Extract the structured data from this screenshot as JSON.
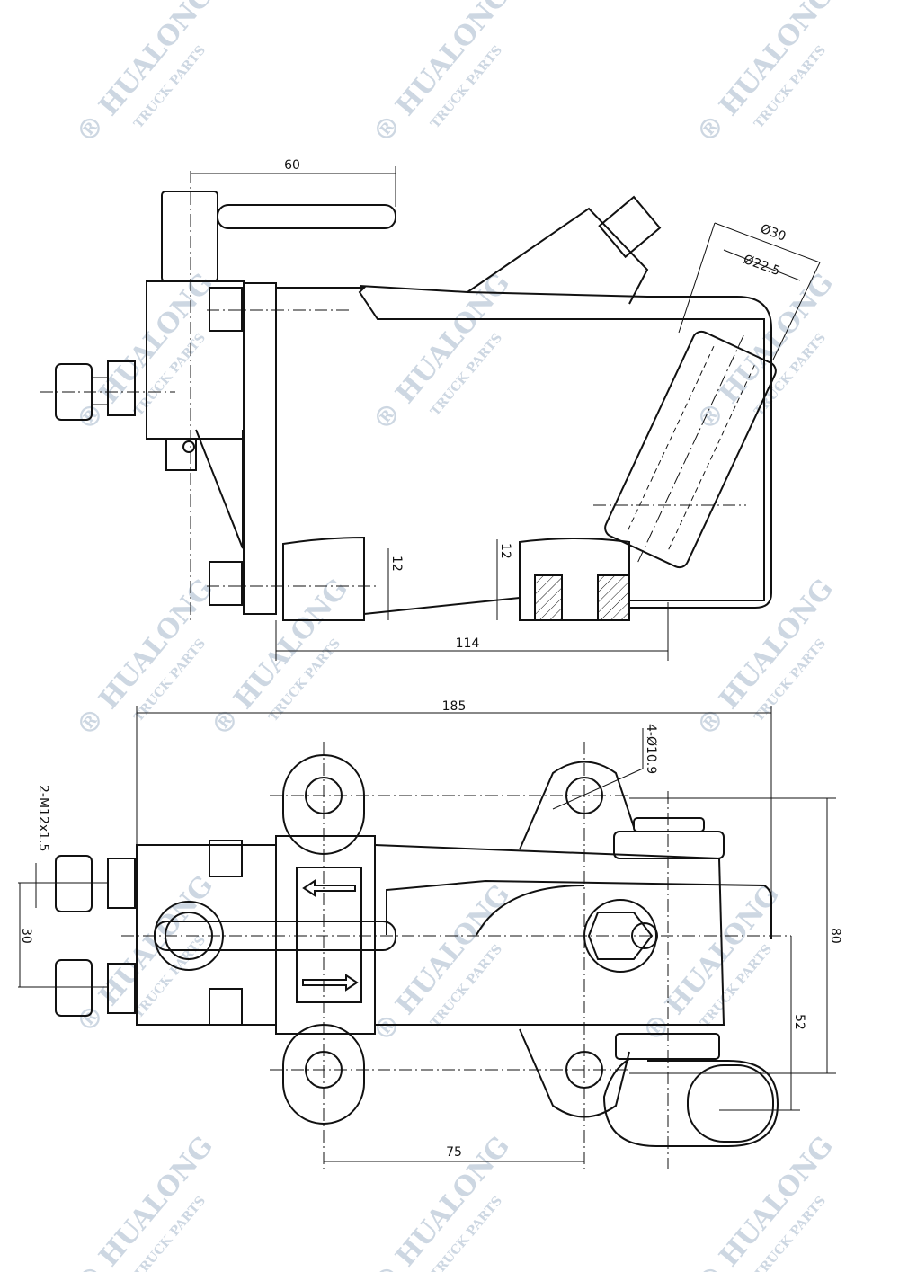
{
  "watermark": {
    "brand": "HUALONG",
    "sub": "TRUCK PARTS",
    "mark": "®",
    "color": "#cdd7e2"
  },
  "side_view": {
    "dims": {
      "handle_length": "60",
      "roller_outer_dia": "Ø30",
      "roller_inner_dia": "Ø22.5",
      "foot_left": "12",
      "foot_right": "12",
      "base_length": "114"
    }
  },
  "plan_view": {
    "dims": {
      "overall_length": "185",
      "mount_holes": "4-Ø10.9",
      "ports": "2-M12x1.5",
      "port_spacing": "30",
      "width": "80",
      "roller_offset": "52",
      "hole_spacing": "75"
    }
  }
}
